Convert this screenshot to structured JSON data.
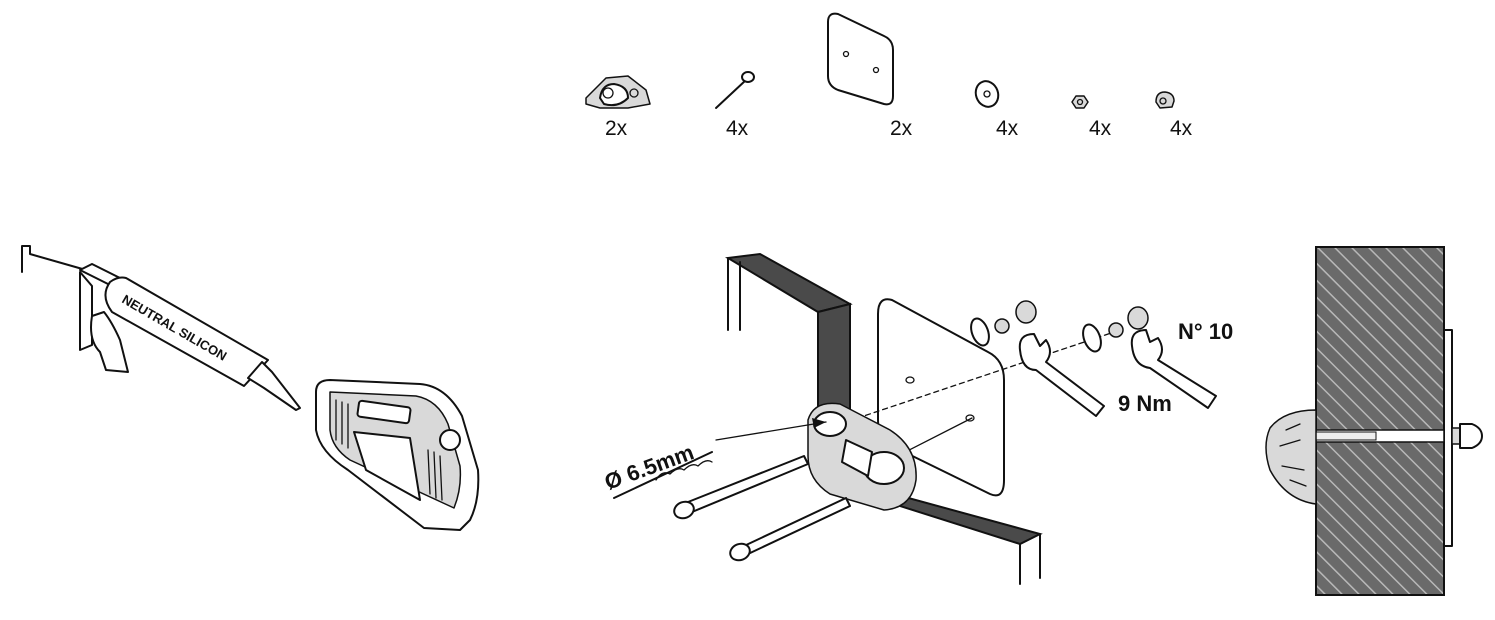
{
  "parts": {
    "bracket_qty": "2x",
    "bolt_qty": "4x",
    "plate_qty": "2x",
    "washer_qty": "4x",
    "nut_qty": "4x",
    "cap_nut_qty": "4x"
  },
  "step1": {
    "cartridge_text": "NEUTRAL SILICON"
  },
  "step2": {
    "drill_label": "Ø 6.5mm",
    "wrench_label": "N° 10",
    "torque_label": "9 Nm"
  },
  "icons": [
    "bracket-icon",
    "bolt-icon",
    "backing-plate-icon",
    "washer-icon",
    "nut-icon",
    "cap-nut-icon",
    "silicone-gun-icon",
    "wrench-icon",
    "drill-bit-icon"
  ]
}
